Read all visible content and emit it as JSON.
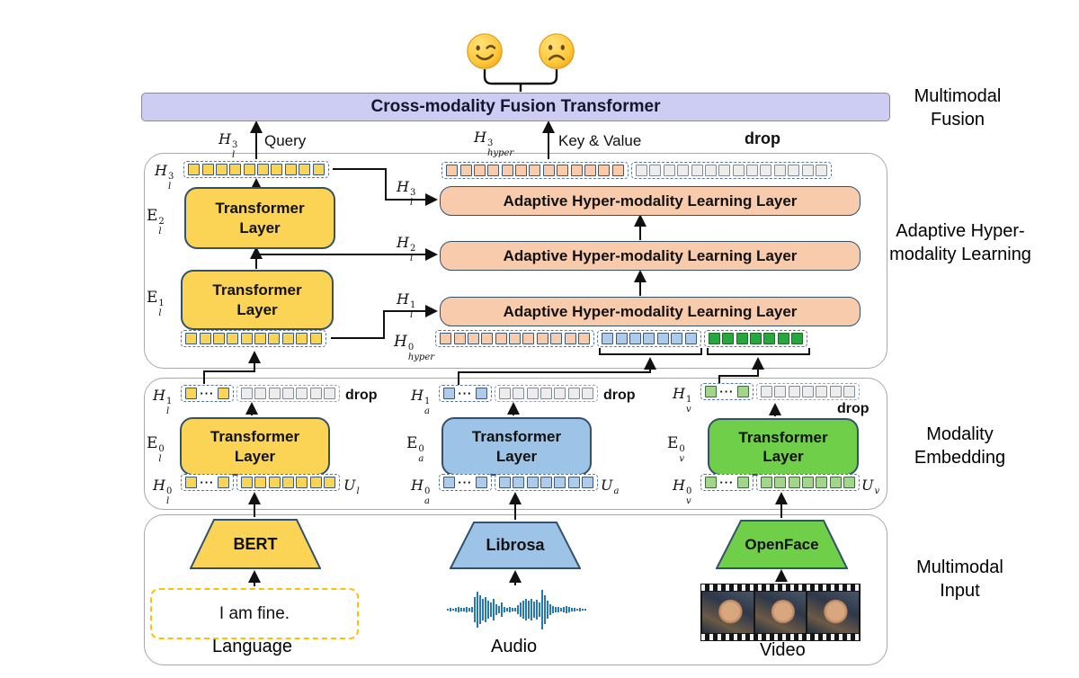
{
  "fusion_bar": {
    "label": "Cross-modality Fusion Transformer"
  },
  "icons": {
    "wink_emoji": "winking-face",
    "sad_emoji": "frowning-face"
  },
  "right_labels": {
    "fusion": "Multimodal Fusion",
    "ahl": "Adaptive Hyper-modality Learning",
    "embedding": "Modality Embedding",
    "input": "Multimodal Input"
  },
  "annotations": {
    "query": "Query",
    "key_value": "Key & Value",
    "drop_top": "drop",
    "drop_lang": "drop",
    "drop_audio": "drop",
    "drop_video": "drop"
  },
  "boxes": {
    "transformer_layer": "Transformer Layer",
    "ahl_layer": "Adaptive Hyper-modality Learning Layer",
    "bert": "BERT",
    "librosa": "Librosa",
    "openface": "OpenFace"
  },
  "inputs": {
    "language_text": "I am fine.",
    "language": "Language",
    "audio": "Audio",
    "video": "Video"
  },
  "math": {
    "hl3_query": {
      "base": "H",
      "sup": "3",
      "sub": "l"
    },
    "hhyper3": {
      "base": "H",
      "sup": "3",
      "sub": "hyper"
    },
    "hl3_row": {
      "base": "H",
      "sup": "3",
      "sub": "l"
    },
    "el2": {
      "base": "E",
      "sup": "2",
      "sub": "l"
    },
    "el1": {
      "base": "E",
      "sup": "1",
      "sub": "l"
    },
    "hl3_arrow": {
      "base": "H",
      "sup": "3",
      "sub": "l"
    },
    "hl2_arrow": {
      "base": "H",
      "sup": "2",
      "sub": "l"
    },
    "hl1_arrow": {
      "base": "H",
      "sup": "1",
      "sub": "l"
    },
    "hhyper0": {
      "base": "H",
      "sup": "0",
      "sub": "hyper"
    },
    "hl1": {
      "base": "H",
      "sup": "1",
      "sub": "l"
    },
    "el0": {
      "base": "E",
      "sup": "0",
      "sub": "l"
    },
    "hl0": {
      "base": "H",
      "sup": "0",
      "sub": "l"
    },
    "ul": {
      "base": "U",
      "sub": "l"
    },
    "ha1": {
      "base": "H",
      "sup": "1",
      "sub": "a"
    },
    "ea0": {
      "base": "E",
      "sup": "0",
      "sub": "a"
    },
    "ha0": {
      "base": "H",
      "sup": "0",
      "sub": "a"
    },
    "ua": {
      "base": "U",
      "sub": "a"
    },
    "hv1": {
      "base": "H",
      "sup": "1",
      "sub": "v"
    },
    "ev0": {
      "base": "E",
      "sup": "0",
      "sub": "v"
    },
    "hv0": {
      "base": "H",
      "sup": "0",
      "sub": "v"
    },
    "uv": {
      "base": "U",
      "sub": "v"
    }
  },
  "tokens": {
    "dots": "···",
    "colors": {
      "yellow": {
        "fill": "#FBD355",
        "border": "#3A5877"
      },
      "orange": {
        "fill": "#F8CBAD",
        "border": "#3A5877"
      },
      "gray": {
        "fill": "#EDEDED",
        "border": "#7E8C9B"
      },
      "blue": {
        "fill": "#AECBEA",
        "border": "#3A5877"
      },
      "green": {
        "fill": "#A3D68B",
        "border": "#3A6B3A"
      },
      "green_dark": {
        "fill": "#28A73E",
        "border": "#1A6B2A"
      }
    },
    "rows": {
      "ahl_left_top": {
        "groups": [
          {
            "color": "yellow",
            "count": 10
          }
        ]
      },
      "ahl_left_bottom": {
        "groups": [
          {
            "color": "yellow",
            "count": 10
          }
        ]
      },
      "ahl_top": {
        "groups": [
          {
            "color": "orange",
            "count": 13
          },
          {
            "color": "gray",
            "count": 14
          }
        ]
      },
      "hyper0": {
        "groups": [
          {
            "color": "orange",
            "count": 11
          },
          {
            "color": "blue",
            "count": 7
          },
          {
            "color": "green_dark",
            "count": 7
          }
        ]
      },
      "lang_h1": {
        "groups": [
          {
            "color": "yellow",
            "count": 2,
            "dots": true
          },
          {
            "color": "gray",
            "count": 7,
            "dash": "gray"
          }
        ]
      },
      "lang_h0": {
        "groups": [
          {
            "color": "yellow",
            "count": 2,
            "dots": true
          },
          {
            "color": "yellow",
            "count": 7
          }
        ]
      },
      "audio_h1": {
        "groups": [
          {
            "color": "blue",
            "count": 2,
            "dots": true
          },
          {
            "color": "gray",
            "count": 7,
            "dash": "gray"
          }
        ]
      },
      "audio_h0": {
        "groups": [
          {
            "color": "blue",
            "count": 2,
            "dots": true
          },
          {
            "color": "blue",
            "count": 7
          }
        ]
      },
      "video_h1": {
        "groups": [
          {
            "color": "green",
            "count": 2,
            "dots": true
          },
          {
            "color": "gray",
            "count": 7,
            "dash": "gray"
          }
        ]
      },
      "video_h0": {
        "groups": [
          {
            "color": "green",
            "count": 2,
            "dots": true
          },
          {
            "color": "green",
            "count": 7
          }
        ]
      }
    }
  },
  "colors": {
    "fusion_bar": "#CDCCF2",
    "yellow_box": "#FBD355",
    "blue_box": "#9DC3E6",
    "green_box": "#70CF48",
    "ahl_box": "#F8CBAD",
    "container_border": "#A8A8A8",
    "dashed_input_border": "#FFC000",
    "waveform": "#2579B8"
  }
}
